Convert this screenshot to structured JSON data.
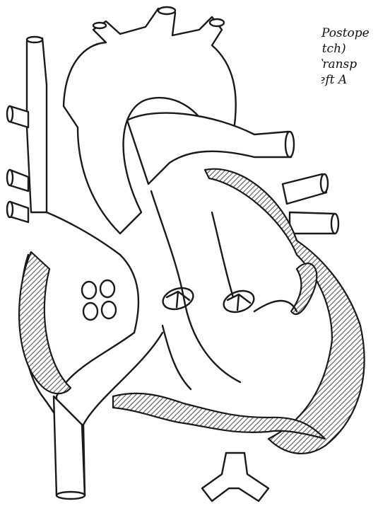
{
  "caption": {
    "line1": "Postope",
    "line2": "switch)",
    "line3": "Transp",
    "line4": "Left A"
  },
  "colors": {
    "ink": "#1a1a1a",
    "wall": "#7a7a7a",
    "background": "#ffffff"
  }
}
